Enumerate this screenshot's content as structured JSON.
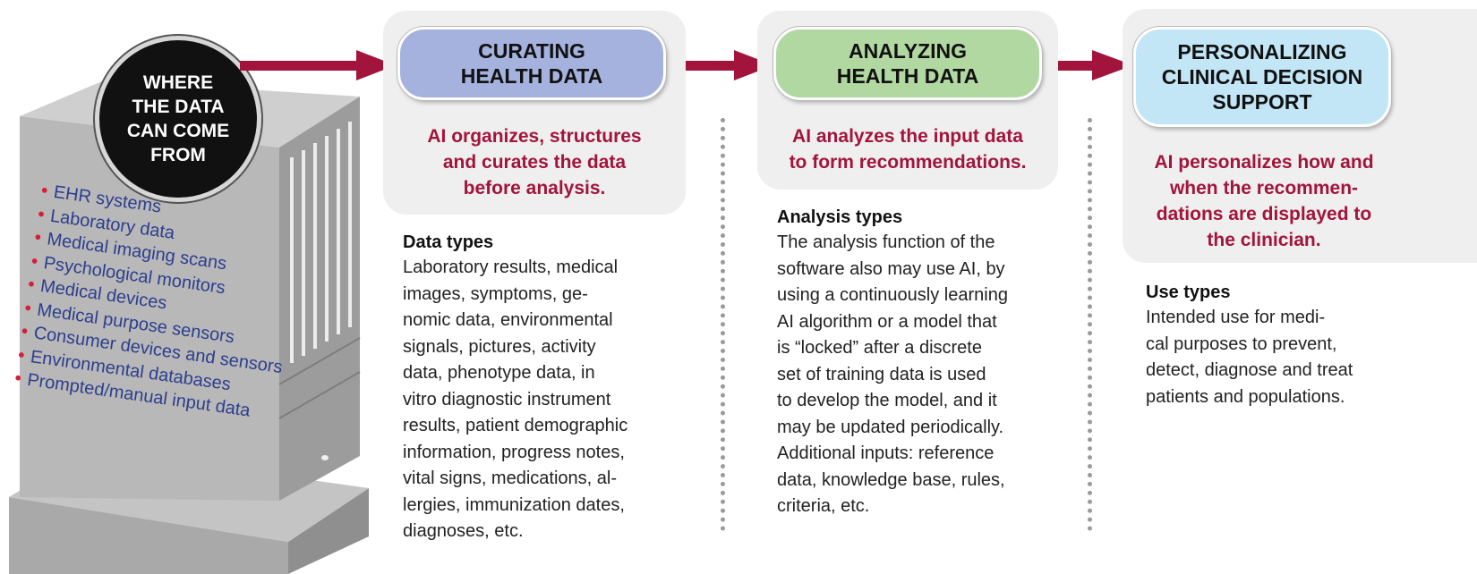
{
  "source": {
    "badge": [
      "WHERE",
      "THE DATA",
      "CAN COME",
      "FROM"
    ],
    "items": [
      "EHR systems",
      "Laboratory data",
      "Medical imaging scans",
      "Psychological monitors",
      "Medical devices",
      "Medical purpose sensors",
      "Consumer devices and sensors",
      "Environmental databases",
      "Prompted/manual input data"
    ]
  },
  "stages": [
    {
      "heading": [
        "CURATING",
        "HEALTH DATA"
      ],
      "summary": [
        "AI organizes, structures",
        "and curates the data",
        "before analysis."
      ],
      "section_title": "Data types",
      "section_body": [
        "Laboratory results, medical",
        "images, symptoms, ge-",
        "nomic data, environmental",
        "signals, pictures, activity",
        "data, phenotype data, in",
        "vitro diagnostic instrument",
        "results, patient demographic",
        "information, progress notes,",
        "vital signs, medications, al-",
        "lergies, immunization dates,",
        "diagnoses, etc."
      ],
      "color": "#a5b2de"
    },
    {
      "heading": [
        "ANALYZING",
        "HEALTH DATA"
      ],
      "summary": [
        "AI analyzes the input data",
        "to form recommendations."
      ],
      "section_title": "Analysis types",
      "section_body": [
        "The analysis function of the",
        "software also may use AI, by",
        "using a continuously learning",
        "AI algorithm or a model that",
        "is “locked” after a discrete",
        "set of training data is used",
        "to develop the model, and it",
        "may be updated periodically.",
        "Additional inputs: reference",
        "data, knowledge base, rules,",
        "criteria, etc."
      ],
      "color": "#b2d8a2"
    },
    {
      "heading": [
        "PERSONALIZING",
        "CLINICAL DECISION",
        "SUPPORT"
      ],
      "summary": [
        "AI personalizes how and",
        "when the recommen-",
        "dations are displayed to",
        "the clinician."
      ],
      "section_title": "Use types",
      "section_body": [
        "Intended use for medi-",
        "cal purposes to prevent,",
        "detect, diagnose and treat",
        "patients and populations."
      ],
      "color": "#c2e6f6"
    }
  ],
  "colors": {
    "arrow": "#a3143c",
    "accent_text": "#a3143c",
    "list_text": "#2c3e8f",
    "bullet": "#d21f3c"
  }
}
